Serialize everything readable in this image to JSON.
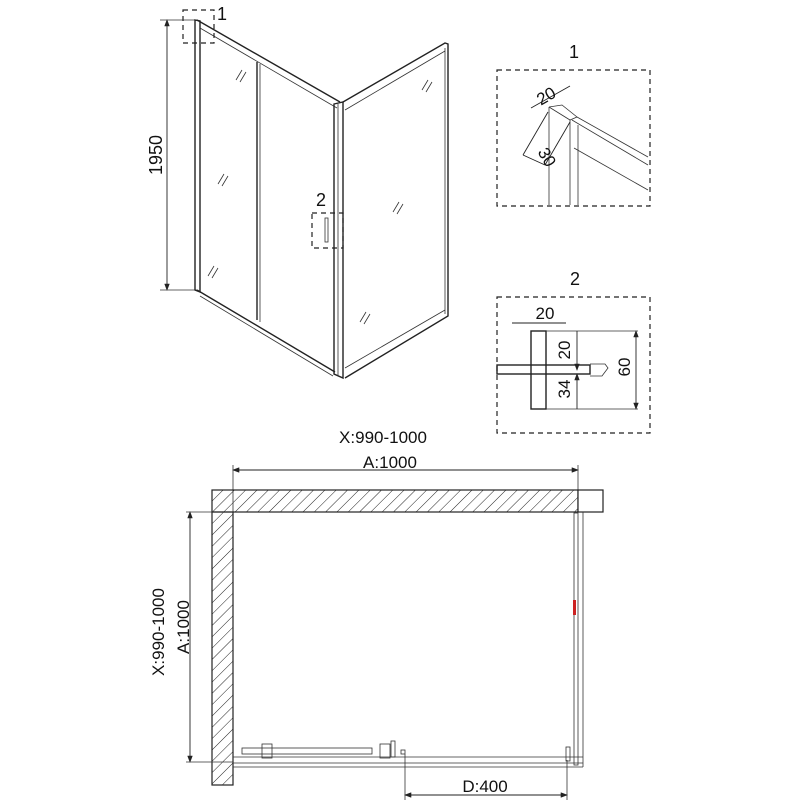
{
  "iso_view": {
    "height_label": "1950",
    "callout_1": "1",
    "callout_2": "2"
  },
  "detail_1": {
    "title": "1",
    "dim_width": "20",
    "dim_depth": "30"
  },
  "detail_2": {
    "title": "2",
    "dim_width": "20",
    "dim_top": "20",
    "dim_bottom": "34",
    "dim_total": "60"
  },
  "plan_view": {
    "width_range": "X:990-1000",
    "width": "A:1000",
    "depth_range": "X:990-1000",
    "depth": "A:1000",
    "door_opening": "D:400"
  },
  "colors": {
    "line": "#222222",
    "handle": "#cc2222"
  }
}
